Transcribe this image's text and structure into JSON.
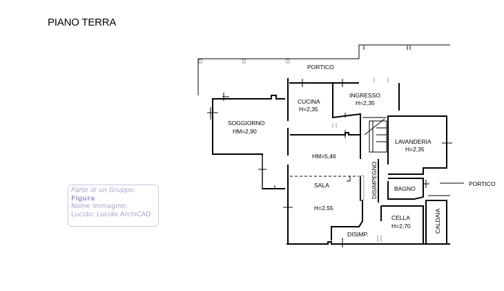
{
  "title": "PIANO TERRA",
  "rooms": {
    "portico_top": "PORTICO",
    "cucina": "CUCINA",
    "cucina_h": "H=2,35",
    "ingresso": "INGRESSO",
    "ingresso_h": "H=2,35",
    "soggiorno": "SOGGIORNO",
    "soggiorno_h": "HM=2,90",
    "hm_sala": "HM=5,46",
    "sala": "SALA",
    "sala_h": "H=2,55",
    "disimpegno": "DISIMPEGNO",
    "lavanderia": "LAVANDERIA",
    "lavanderia_h": "H=2,35",
    "bagno": "BAGNO",
    "portico_right": "PORTICO",
    "cella": "CELLA",
    "cella_h": "H=2,70",
    "caldaia": "CALDAIA",
    "disimp": "DISIMP."
  },
  "info_box": {
    "line1": "Parte di un Gruppo:",
    "line2": "Figura",
    "line3": "Nome Immagine:",
    "line4": "Lucido: Lucido ArchiCAD"
  }
}
